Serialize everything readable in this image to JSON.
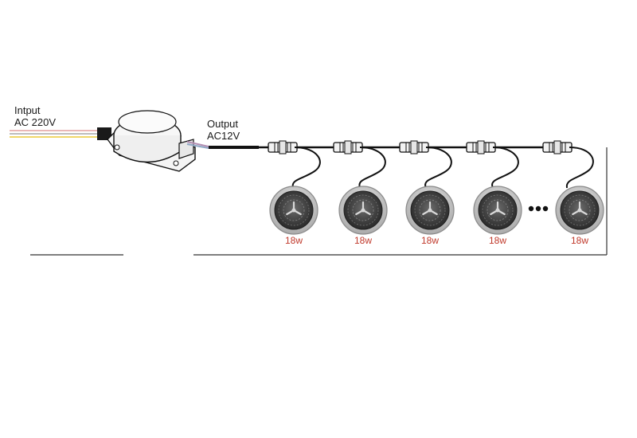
{
  "input": {
    "line1": "Intput",
    "line2": "AC 220V"
  },
  "output": {
    "line1": "Output",
    "line2": "AC12V"
  },
  "lights": [
    {
      "watt_label": "18w"
    },
    {
      "watt_label": "18w"
    },
    {
      "watt_label": "18w"
    },
    {
      "watt_label": "18w"
    },
    {
      "watt_label": "18w"
    }
  ],
  "colors": {
    "wire": "#111111",
    "watt_label": "#c0392b",
    "input_wire_colors": [
      "#e9b7b7",
      "#f0d76a",
      "#bdbdbd"
    ]
  },
  "icons": {
    "transformer": "transformer-icon",
    "connector": "connector-icon",
    "pool_light": "pool-light-icon",
    "ellipsis": "ellipsis-icon"
  }
}
